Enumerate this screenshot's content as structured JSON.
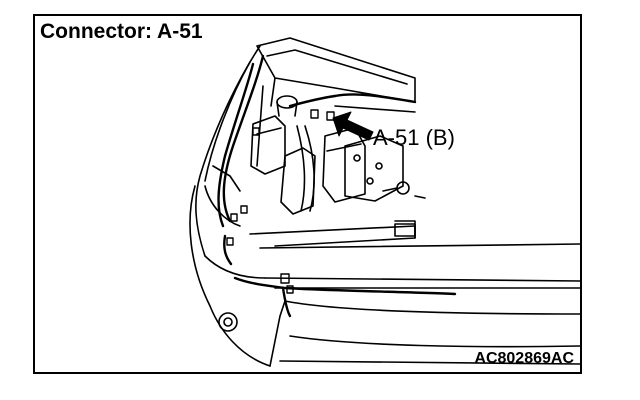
{
  "diagram": {
    "title": "Connector: A-51",
    "callout_label": "A-51 (B)",
    "figure_code": "AC802869AC",
    "line_color": "#000000",
    "background_color": "#ffffff",
    "icons": [
      "arrow-icon",
      "connector-icon"
    ]
  }
}
